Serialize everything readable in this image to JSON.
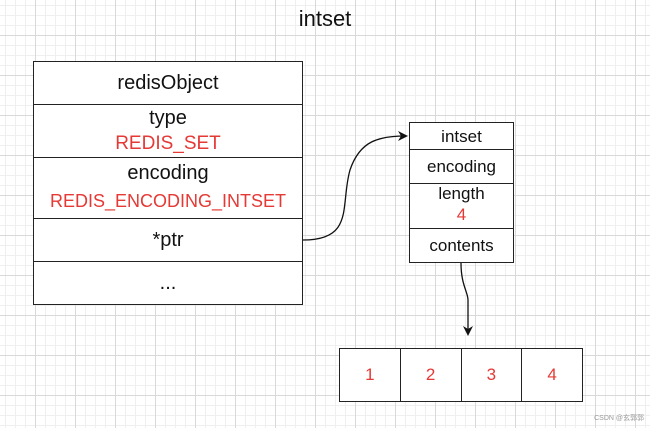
{
  "title": "intset",
  "redis_object": {
    "header": "redisObject",
    "type_label": "type",
    "type_value": "REDIS_SET",
    "encoding_label": "encoding",
    "encoding_value": "REDIS_ENCODING_INTSET",
    "ptr_label": "*ptr",
    "ellipsis": "..."
  },
  "intset": {
    "header": "intset",
    "encoding_label": "encoding",
    "length_label": "length",
    "length_value": "4",
    "contents_label": "contents"
  },
  "contents": [
    "1",
    "2",
    "3",
    "4"
  ],
  "watermark": "CSDN @玄郭郭",
  "colors": {
    "value_red": "#e53935",
    "line": "#222222"
  }
}
